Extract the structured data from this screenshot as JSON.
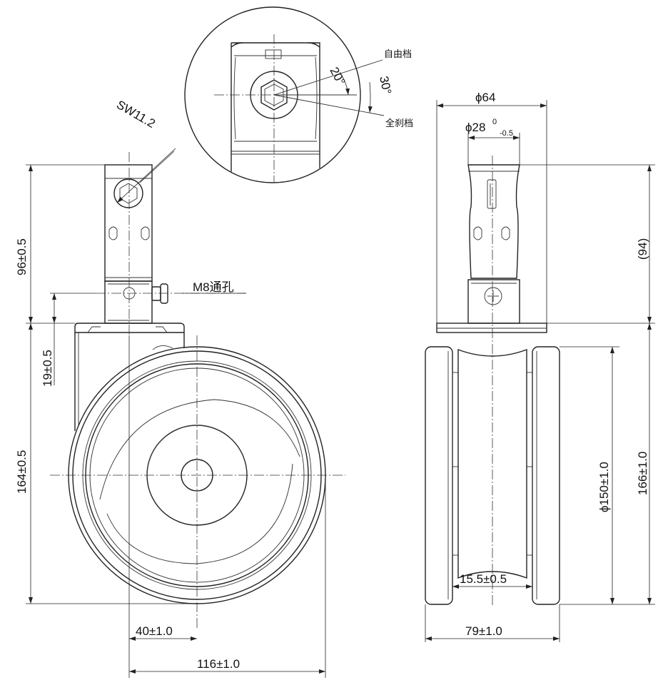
{
  "labels": {
    "sw": "SW11.2",
    "m8": "M8通孔",
    "angle_free": "20°",
    "angle_brake": "30°",
    "free_pos": "自由档",
    "brake_pos": "全刹档",
    "phi64": "ϕ64",
    "phi28_main": "ϕ28",
    "phi28_upper": "0",
    "phi28_lower": "-0.5",
    "d96": "96±0.5",
    "d19": "19±0.5",
    "d164": "164±0.5",
    "d40": "40±1.0",
    "d116": "116±1.0",
    "d94": "(94)",
    "d150": "ϕ150±1.0",
    "d166": "166±1.0",
    "d155": "15.5±0.5",
    "d79": "79±1.0"
  }
}
